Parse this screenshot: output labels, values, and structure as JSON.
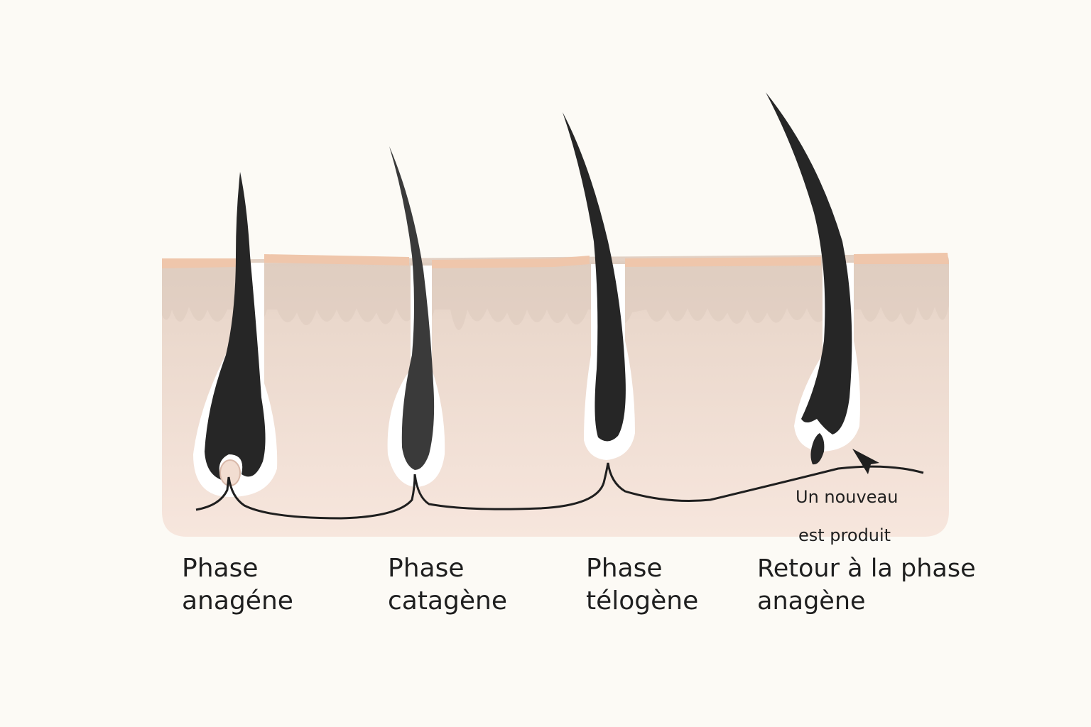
{
  "labels": {
    "anagen": {
      "line1": "Phase",
      "line2": "anagéne"
    },
    "catagen": {
      "line1": "Phase",
      "line2": "catagène"
    },
    "telogen": {
      "line1": "Phase",
      "line2": "télogène"
    },
    "return": {
      "line1": "Retour à la phase",
      "line2": "anagène"
    }
  },
  "note": {
    "line1": "Un nouveau",
    "line2": "est produit"
  },
  "colors": {
    "background": "#fcfaf5",
    "skin_surface": "#f0c9ae",
    "epidermis": "#e3d2c5",
    "dermis": "#f5e4db",
    "hair": "#262626",
    "follicle_sheath": "#ffffff"
  }
}
